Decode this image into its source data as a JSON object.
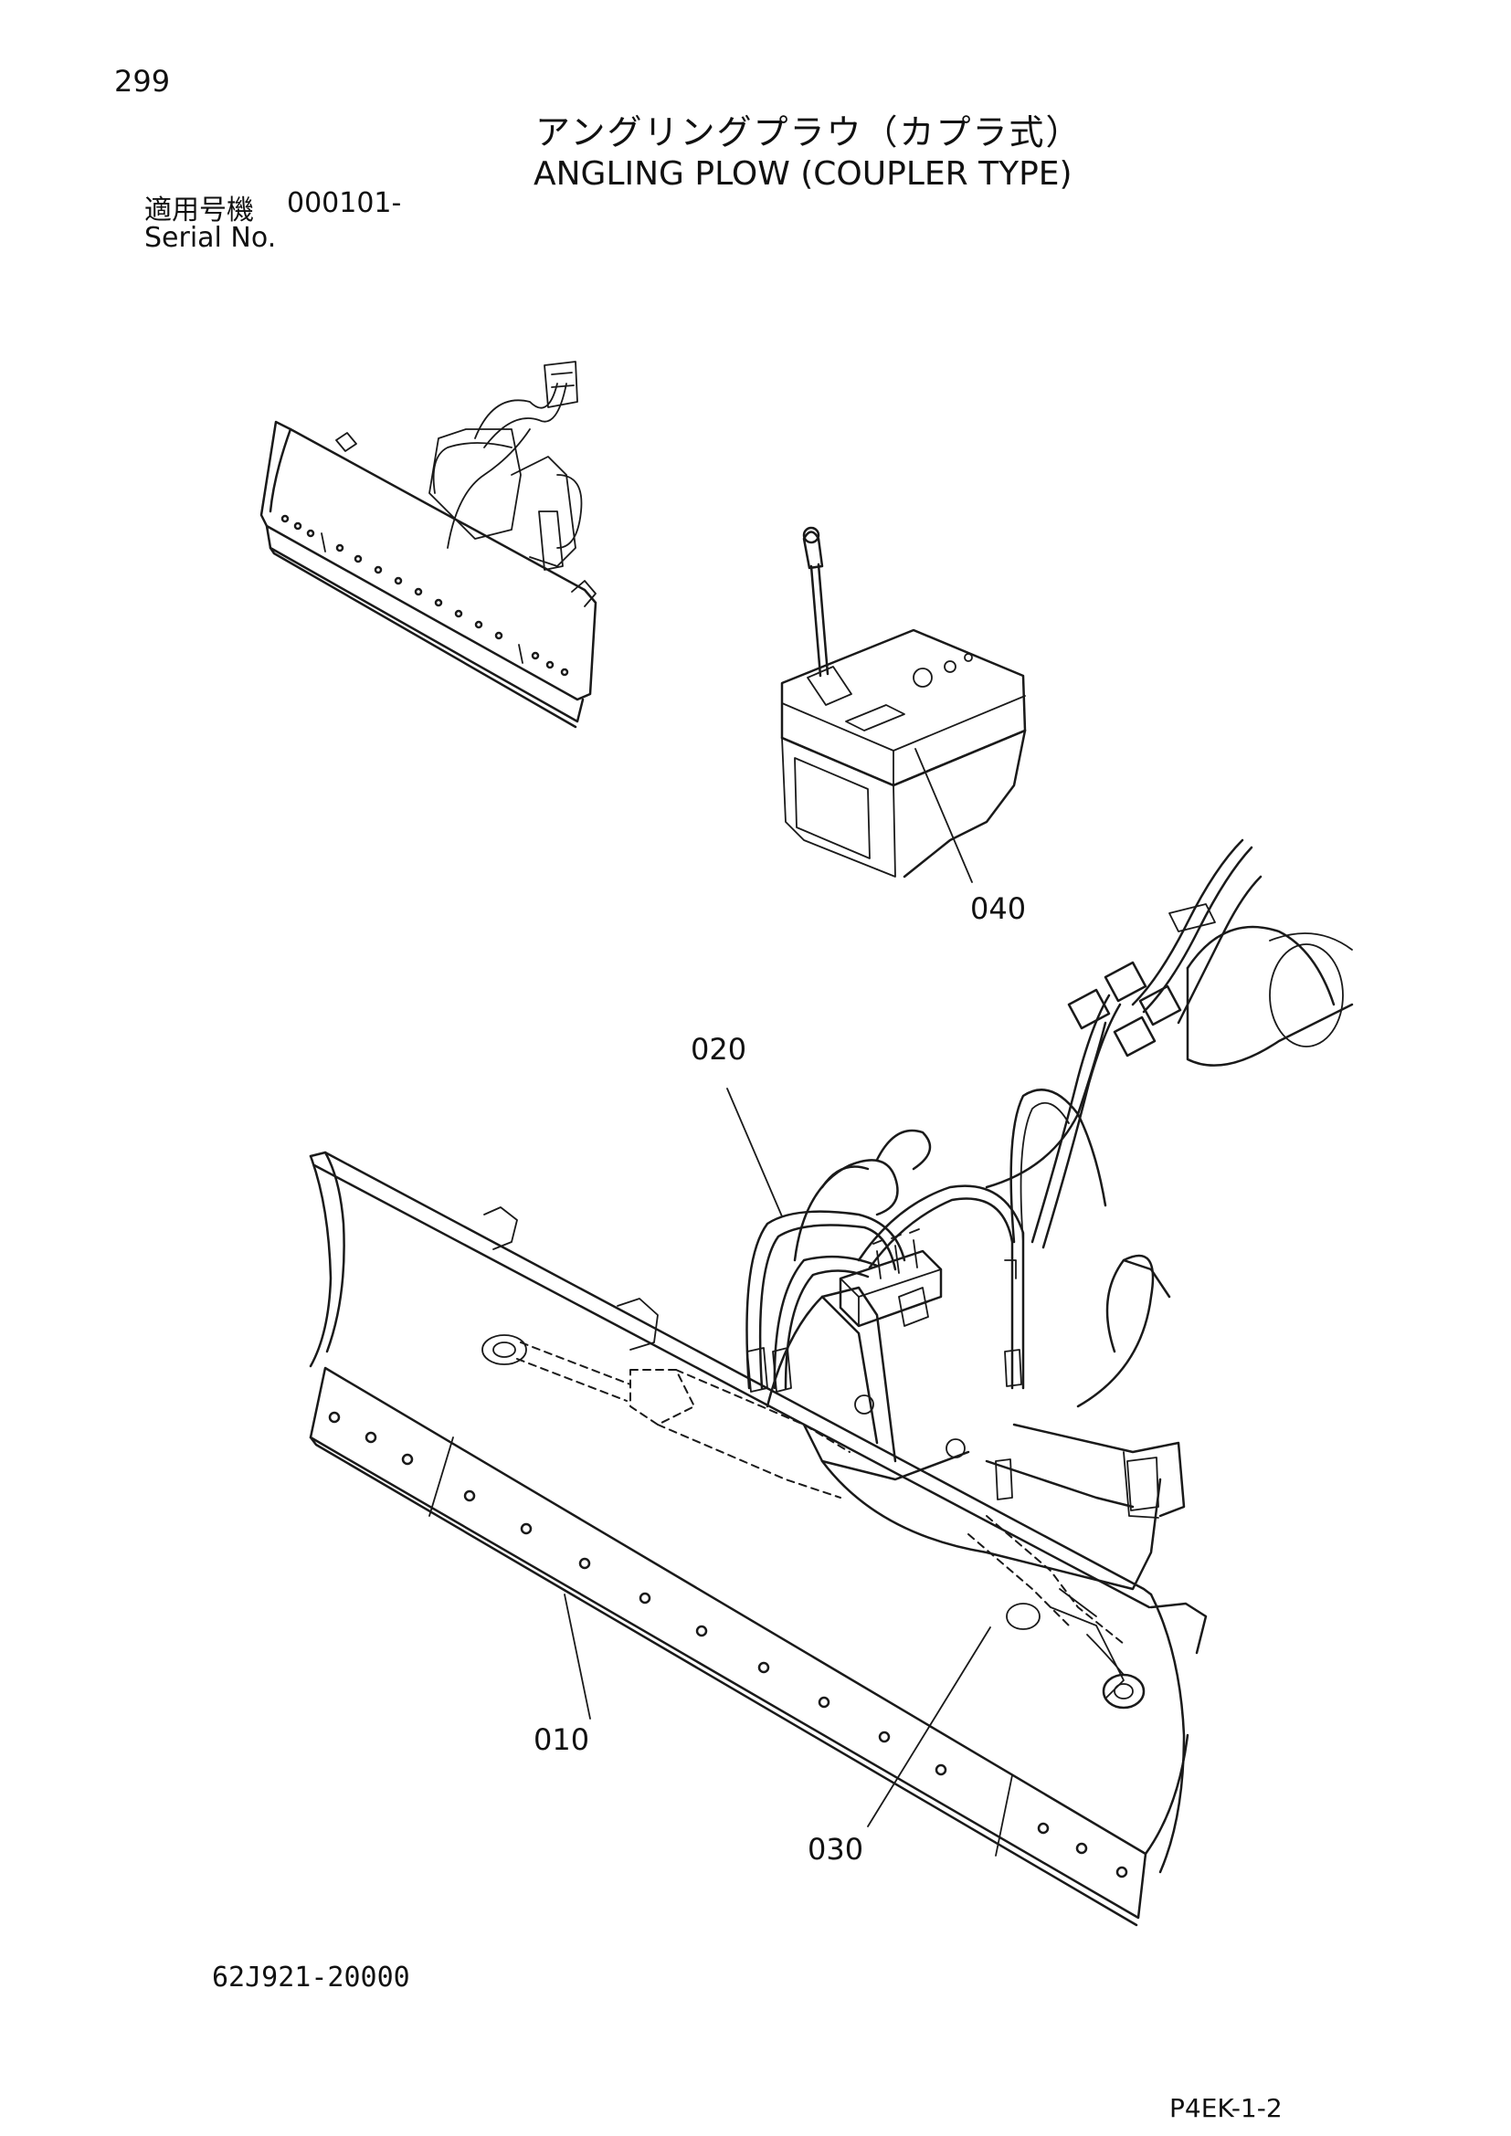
{
  "page_number": "299",
  "title_jp": "アングリングプラウ（カプラ式）",
  "title_en": "ANGLING PLOW (COUPLER TYPE)",
  "serial_label_jp": "適用号機",
  "serial_value": "000101-",
  "serial_label_en": "Serial No.",
  "callouts": {
    "c010": "010",
    "c020": "020",
    "c030": "030",
    "c040": "040"
  },
  "doc_code": "62J921-20000",
  "page_code": "P4EK-1-2"
}
